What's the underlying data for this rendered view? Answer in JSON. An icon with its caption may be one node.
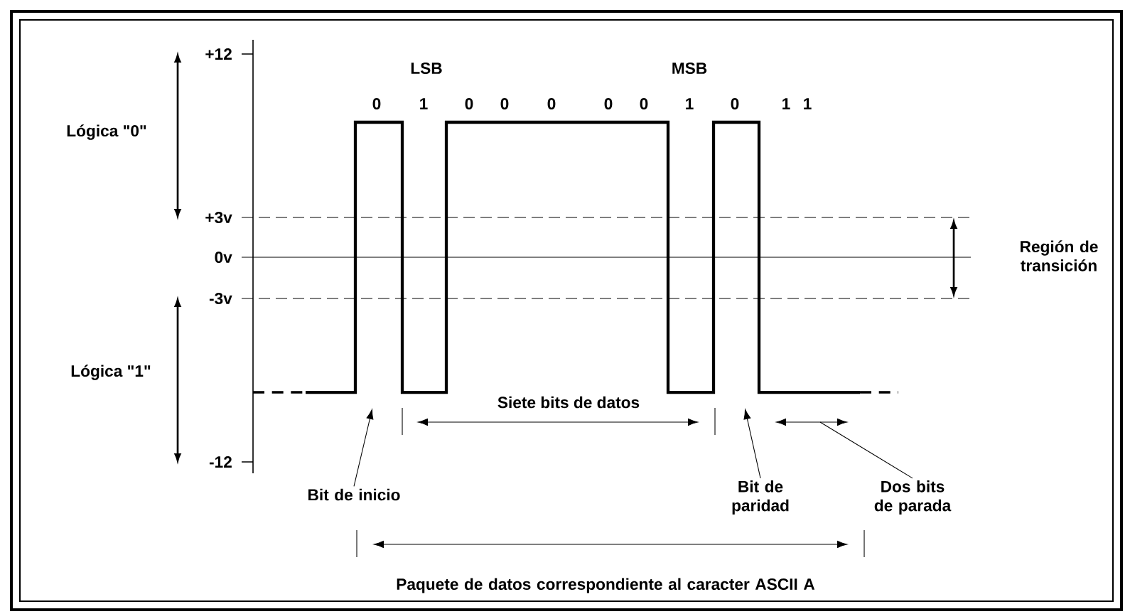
{
  "diagram": {
    "nodes": [
      {
        "text": [
          "Bit de inicio"
        ]
      },
      {
        "text": [
          "Bit de paridad"
        ]
      },
      {
        "text": [
          "Dos bits de parada"
        ]
      }
    ],
    "edges": [
      {
        "from": 0,
        "to": null,
        "arrow": "to"
      },
      {
        "from": 1,
        "to": null,
        "arrow": "to"
      },
      {
        "from": 2,
        "to": null,
        "arrow": "none"
      }
    ],
    "labels": [
      "+12",
      "LSB",
      "MSB",
      "0",
      "1",
      "0",
      "0",
      "0",
      "0",
      "0",
      "1",
      "0",
      "1",
      "1",
      "Lógica \"0\"",
      "+3v",
      "Región de transición",
      "0v",
      "-3v",
      "Lógica \"1\"",
      "Siete bits de datos",
      "-12",
      "Paquete de datos correspondiente al caracter ASCII A"
    ]
  }
}
